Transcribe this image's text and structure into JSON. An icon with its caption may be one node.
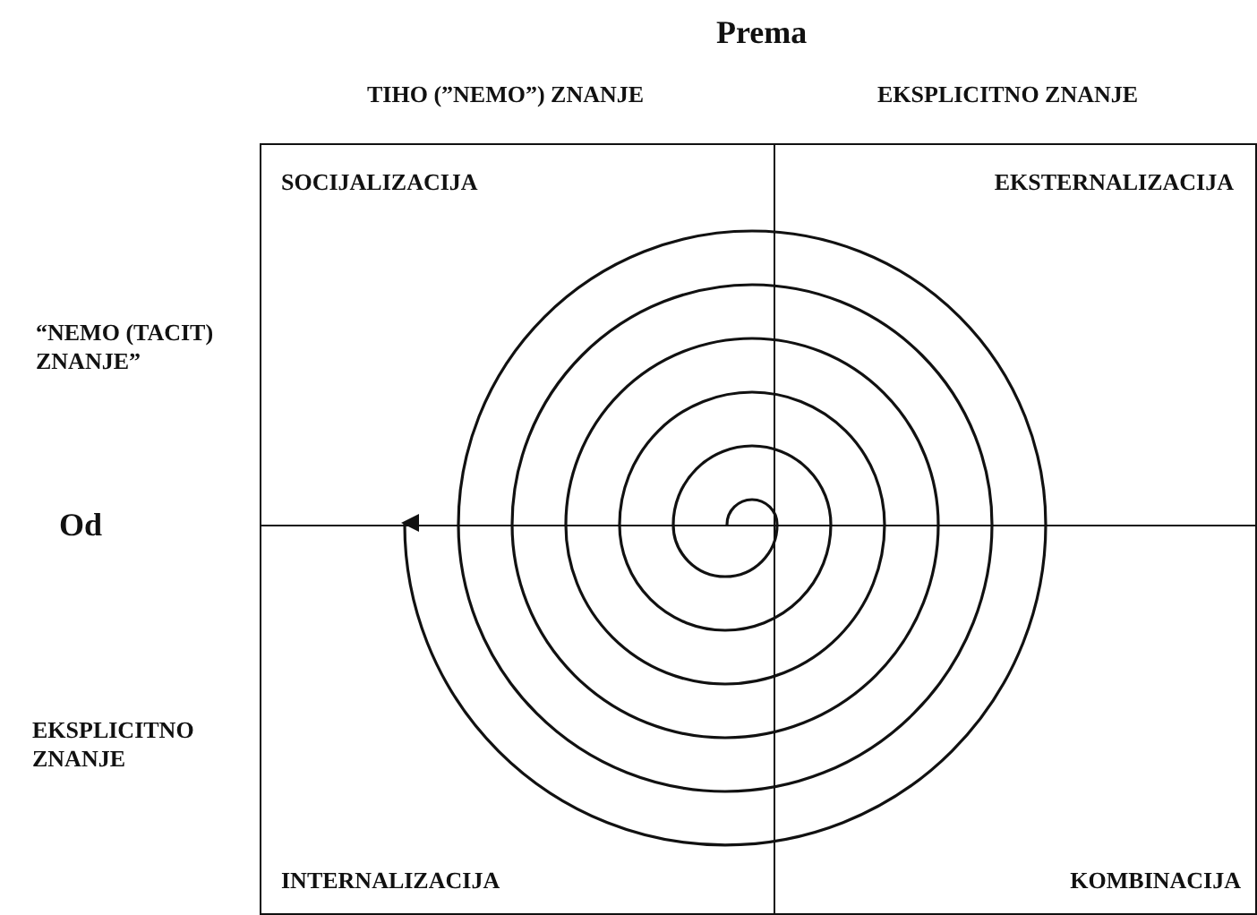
{
  "diagram": {
    "nodes": [
      {
        "text": [
          "SOCIJALIZACIJA"
        ]
      },
      {
        "text": [
          "EKSTERNALIZACIJA"
        ]
      },
      {
        "text": [
          "INTERNALIZACIJA"
        ]
      },
      {
        "text": [
          "KOMBINACIJA"
        ]
      }
    ],
    "labels": [
      "Prema",
      "TIHO (”NEMO”) ZNANJE",
      "EKSPLICITNO ZNANJE",
      "“NEMO (TACIT) ZNANJE”",
      "Od",
      "EKSPLICITNO ZNANJE"
    ]
  }
}
